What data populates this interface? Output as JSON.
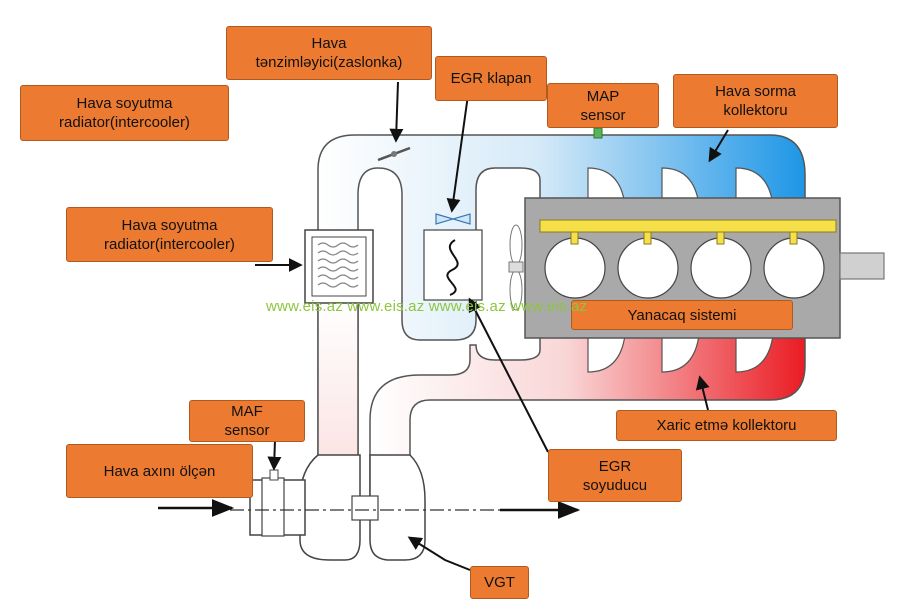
{
  "labels": {
    "intercooler_top": "Hava soyutma\nradiator(intercooler)",
    "intercooler": "Hava soyutma\nradiator(intercooler)",
    "throttle": "Hava\ntənzimləyici(zaslonka)",
    "egr_valve": "EGR klapan",
    "map_sensor": "MAP\nsensor",
    "intake_manifold": "Hava sorma\nkollektoru",
    "fuel_system": "Yanacaq sistemi",
    "exhaust_manifold": "Xaric etmə kollektoru",
    "maf_sensor": "MAF\nsensor",
    "air_flow_meter": "Hava axını ölçən",
    "egr_cooler": "EGR\nsoyuducu",
    "vgt": "VGT"
  },
  "watermark": "www.eis.az www.eis.az www.eis.az www.eis.az",
  "colors": {
    "label_fill": "#ec7a30",
    "intake_blue": "#3aa0e8",
    "exhaust_red": "#e8202a",
    "rail_yellow": "#f5e04a",
    "engine_gray": "#a9a9a9",
    "watermark_green": "#8cc63f"
  }
}
